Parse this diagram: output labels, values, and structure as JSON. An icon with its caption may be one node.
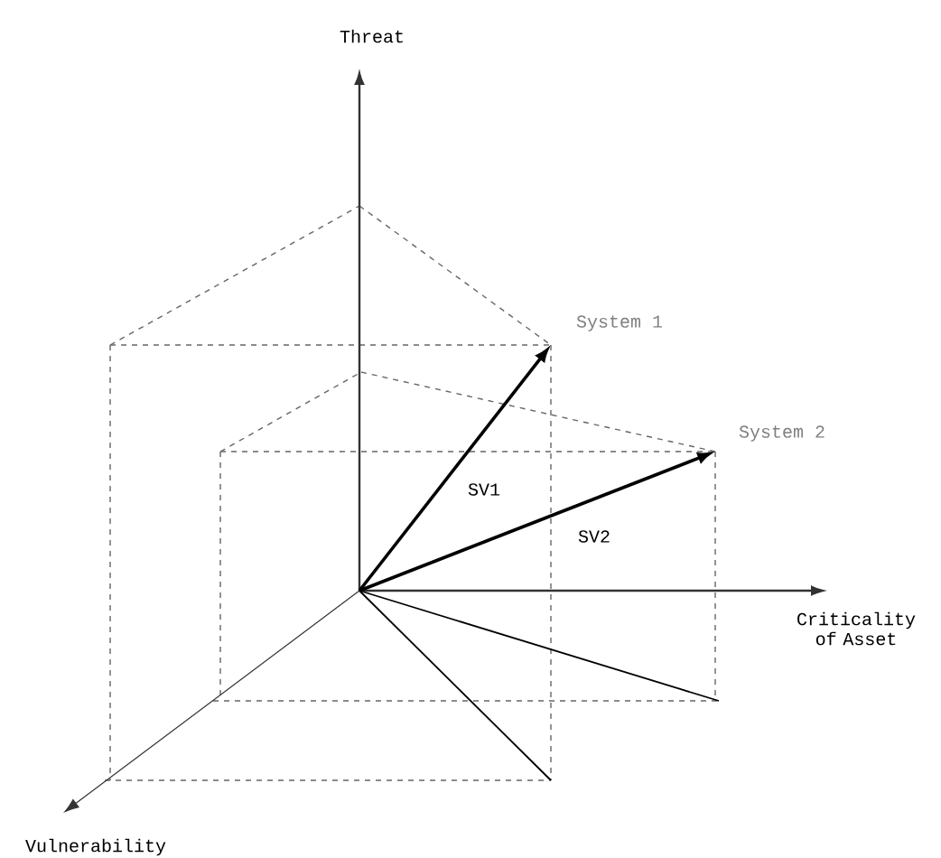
{
  "diagram": {
    "labels": [
      "Threat",
      "System 1",
      "System 2",
      "SV1",
      "SV2",
      "Criticality of Asset",
      "Vulnerability"
    ]
  }
}
